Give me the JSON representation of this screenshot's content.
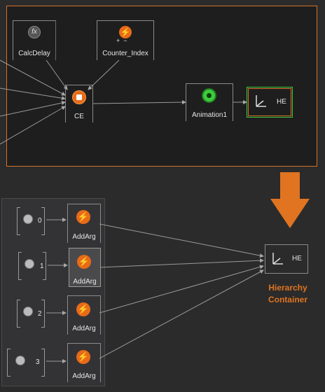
{
  "nodes": {
    "calc_delay": "CalcDelay",
    "counter_index": "Counter_Index",
    "ce": "CE",
    "animation1": "Animation1",
    "he_top": "HE",
    "he_bottom": "HE"
  },
  "fx_glyph": "fx",
  "addarg_rows": [
    {
      "index": "0",
      "label": "AddArg"
    },
    {
      "index": "1",
      "label": "AddArg"
    },
    {
      "index": "2",
      "label": "AddArg"
    },
    {
      "index": "3",
      "label": "AddArg"
    }
  ],
  "annotation": {
    "line1": "Hierarchy",
    "line2": "Container"
  },
  "colors": {
    "orange": "#e07420",
    "frame": "#d4722a",
    "green": "#3ecb3e",
    "background": "#2b2b2b"
  },
  "icons": [
    "fx-icon",
    "lightning-icon",
    "hub-icon",
    "radiation-icon",
    "axis-icon",
    "disk-icon",
    "down-arrow-icon"
  ]
}
